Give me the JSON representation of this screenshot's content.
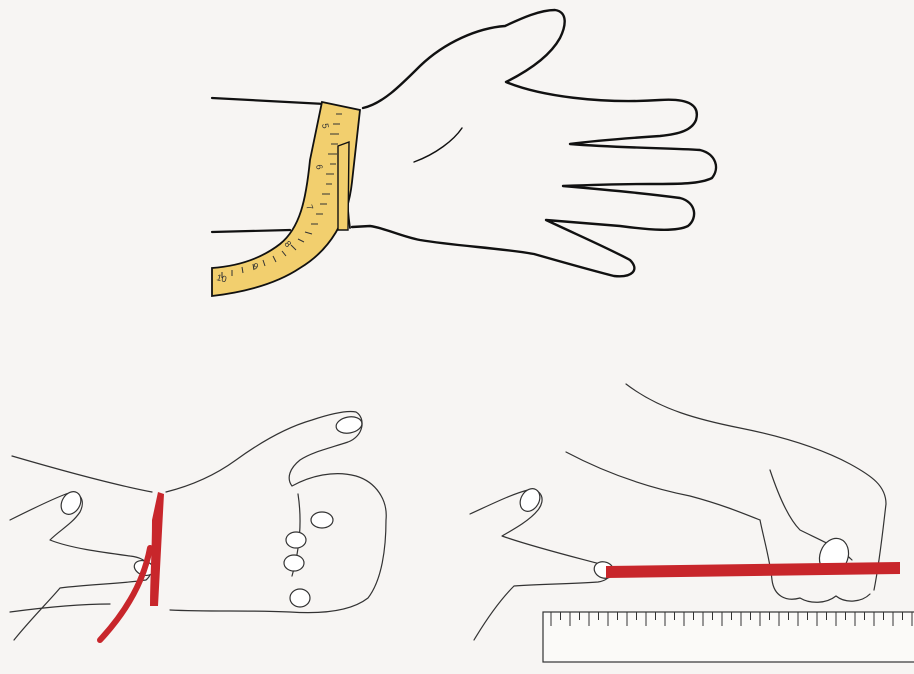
{
  "panels": [
    {
      "name": "tape-measure-around-wrist",
      "tape_color": "#f2cf6e",
      "tape_digits": [
        "5",
        "6",
        "7",
        "8",
        "9",
        "10"
      ]
    },
    {
      "name": "string-wrapped-around-wrist",
      "string_color": "#c8262b"
    },
    {
      "name": "string-measured-against-ruler",
      "string_color": "#c8262b"
    }
  ],
  "colors": {
    "background": "#f7f5f3",
    "ink": "#111111",
    "tape": "#f2cf6e",
    "string": "#c8262b"
  }
}
